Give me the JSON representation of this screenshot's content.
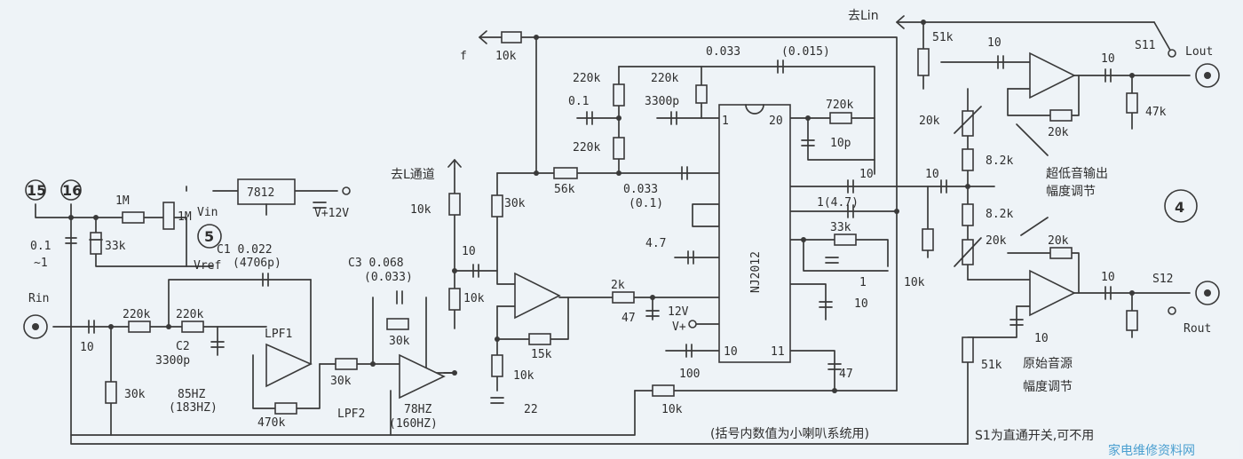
{
  "circuit": {
    "ic_name": "NJ2012",
    "regulator": "7812",
    "pins": {
      "p1": "1",
      "p10": "10",
      "p11": "11",
      "p20": "20"
    },
    "sections": {
      "s4": "4",
      "s5": "5"
    },
    "terminals": {
      "t15": "15",
      "t16": "16"
    }
  },
  "labels": {
    "to_lin": "去Lin",
    "to_l_channel": "去L通道",
    "vin": "Vin",
    "v12": "V+12V",
    "vref": "Vref",
    "rin": "Rin",
    "rout": "Rout",
    "lout": "Lout",
    "lpf1": "LPF1",
    "lpf2": "LPF2",
    "f85": "85HZ",
    "f183": "(183HZ)",
    "f78": "78HZ",
    "f160": "(160HZ)",
    "c1": "C1 0.022",
    "c1b": "(4706p)",
    "c2": "C2",
    "c2v": "3300p",
    "c3": "C3 0.068",
    "c3b": "(0.033)",
    "s11": "S11",
    "s12": "S12",
    "v12b": "12V",
    "vplus": "V+",
    "sub_adj1": "超低音输出",
    "sub_adj2": "幅度调节",
    "orig_adj1": "原始音源",
    "orig_adj2": "幅度调节",
    "note": "(括号内数值为小喇叭系统用)",
    "s1_note": "S1为直通开关,可不用",
    "watermark": "家电维修资料网"
  },
  "values": {
    "r10k_top": "10k",
    "f_left": "f",
    "c0033": "0.033",
    "c0015": "(0.015)",
    "r220k_a": "220k",
    "r220k_b": "220k",
    "r220k_c": "220k",
    "c01": "0.1",
    "c3300p": "3300p",
    "r720k": "720k",
    "c10p": "10p",
    "r56k": "56k",
    "c0033b": "0.033",
    "c01b": "(0.1)",
    "r30k": "30k",
    "r10k_mid": "10k",
    "c10_mid": "10",
    "r10k_low": "10k",
    "r2k": "2k",
    "c47": "47",
    "r15k": "15k",
    "r10k_b": "10k",
    "c22": "22",
    "c47_7": "4.7",
    "c1_47": "1(4.7)",
    "r33k": "33k",
    "c1": "1",
    "c10_r": "10",
    "c100": "100",
    "c47b": "47",
    "r10k_bot": "10k",
    "c10_a": "10",
    "c10_b": "10",
    "r10k_r": "10k",
    "r51k": "51k",
    "c10_t": "10",
    "c10_o": "10",
    "r47k": "47k",
    "r20k_a": "20k",
    "r20k_b": "20k",
    "r82k_a": "8.2k",
    "r82k_b": "8.2k",
    "r20k_c": "20k",
    "r20k_d": "20k",
    "c10_o2": "10",
    "c10_f": "10",
    "r51k_b": "51k",
    "r1m_a": "1M",
    "r1m_b": "1M",
    "r33k_l": "33k",
    "c01_l": "0.1",
    "c1_l": "~1",
    "r220k_l1": "220k",
    "r220k_l2": "220k",
    "c10_in": "10",
    "r30k_l": "30k",
    "r470k": "470k",
    "r30k_m": "30k",
    "r30k_f": "30k"
  }
}
